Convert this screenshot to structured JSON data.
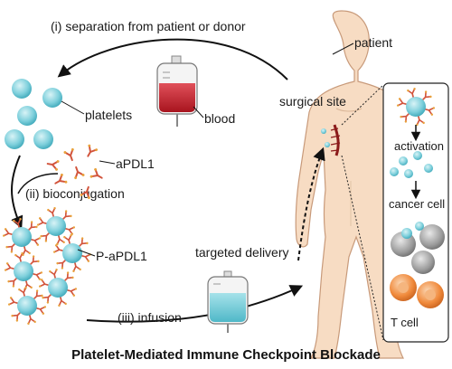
{
  "labels": {
    "step1": "(i) separation from patient or donor",
    "step2": "(ii) bioconjugation",
    "step3": "(iii) infusion",
    "patient": "patient",
    "surgical_site": "surgical site",
    "platelets": "platelets",
    "blood": "blood",
    "apdl1": "aPDL1",
    "p_apdl1": "P-aPDL1",
    "targeted_delivery": "targeted delivery",
    "activation": "activation",
    "cancer_cell": "cancer cell",
    "t_cell": "T cell"
  },
  "caption": "Platelet-Mediated Immune Checkpoint Blockade",
  "colors": {
    "platelet": "#7fd0dc",
    "platelet_edge": "#3aa6b8",
    "antibody": "#d2543c",
    "antibody_tip": "#e9a23c",
    "skin": "#f7dcc3",
    "skin_edge": "#c89a7a",
    "blood": "#c8232c",
    "infusion": "#7fd0dc",
    "cancer_cell": "#9a9a9a",
    "t_cell": "#f08a3c"
  }
}
